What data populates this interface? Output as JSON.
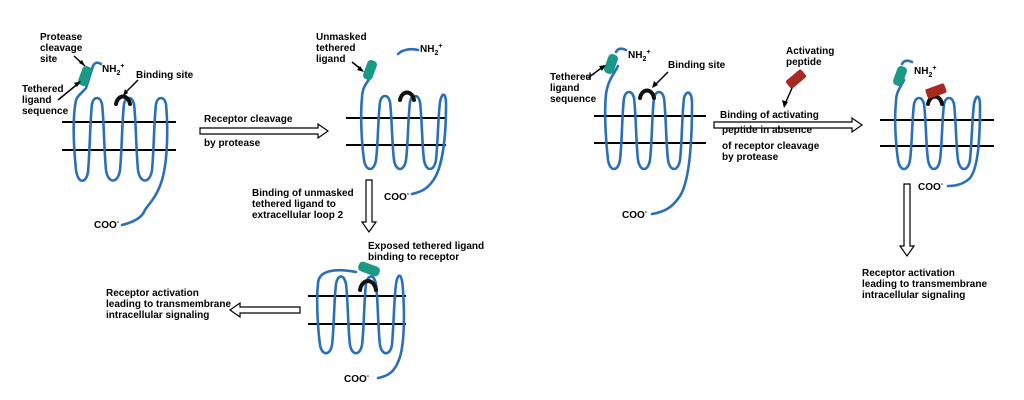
{
  "labels": {
    "protease_cleavage_site": [
      "Protease",
      "cleavage",
      "site"
    ],
    "nh2": "NH",
    "nh2_sub": "2",
    "nh2_sup": "+",
    "binding_site": "Binding site",
    "tethered_ligand_sequence": [
      "Tethered",
      "ligand",
      "sequence"
    ],
    "coo": "COO",
    "coo_sup": "-",
    "receptor_cleavage": "Receptor cleavage",
    "by_protease": "by protease",
    "unmasked_tethered_ligand": [
      "Unmasked",
      "tethered",
      "ligand"
    ],
    "binding_unmasked": [
      "Binding of unmasked",
      "tethered ligand to",
      "extracellular loop 2"
    ],
    "exposed_tethered": [
      "Exposed tethered ligand",
      "binding to receptor"
    ],
    "receptor_activation": [
      "Receptor activation",
      "leading to transmembrane",
      "intracellular signaling"
    ],
    "activating_peptide": [
      "Activating",
      "peptide"
    ],
    "binding_activating": [
      "Binding of activating",
      "peptide in absence",
      "of receptor cleavage",
      "by protease"
    ]
  },
  "colors": {
    "receptor": "#2b6fb8",
    "tethered_ligand": "#1a9a86",
    "activating_peptide": "#a52a1f",
    "binding_site": "#111111",
    "membrane": "#000000"
  }
}
